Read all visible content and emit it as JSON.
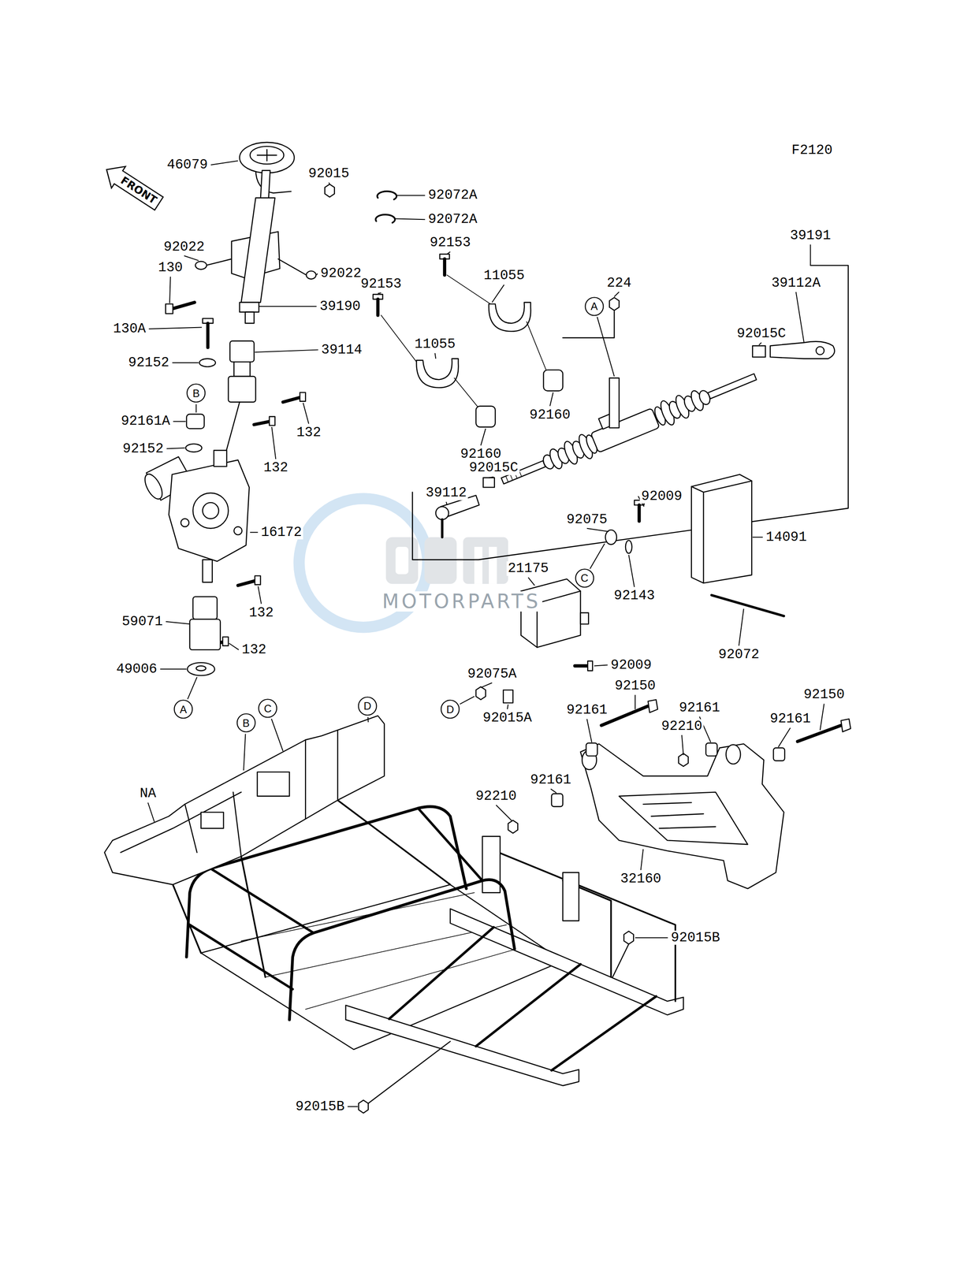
{
  "diagram": {
    "nodes": [
      {
        "text": [
          "FRONT"
        ]
      },
      {
        "text": [
          "A"
        ]
      },
      {
        "text": [
          "B"
        ]
      },
      {
        "text": [
          "C"
        ]
      },
      {
        "text": [
          "D"
        ]
      },
      {
        "text": [
          "C"
        ]
      },
      {
        "text": [
          "A"
        ]
      },
      {
        "text": [
          "D"
        ]
      },
      {
        "text": [
          "B"
        ]
      }
    ],
    "labels": [
      "F2120",
      "46079",
      "92015",
      "92072A",
      "92072A",
      "39191",
      "92153",
      "92022",
      "130",
      "92022",
      "11055",
      "92153",
      "224",
      "39112A",
      "39190",
      "130A",
      "92015C",
      "11055",
      "39114",
      "92152",
      "92160",
      "92161A",
      "132",
      "92152",
      "92160",
      "132",
      "92015C",
      "92009",
      "92075",
      "16172",
      "14091",
      "39112",
      "21175",
      "92143",
      "MOTORPARTS",
      "132",
      "59071",
      "132",
      "92072",
      "92009",
      "49006",
      "92075A",
      "92150",
      "92150",
      "92161",
      "92161",
      "92015A",
      "92161",
      "92210",
      "92161",
      "NA",
      "92210",
      "32160",
      "92015B",
      "92015B"
    ]
  }
}
